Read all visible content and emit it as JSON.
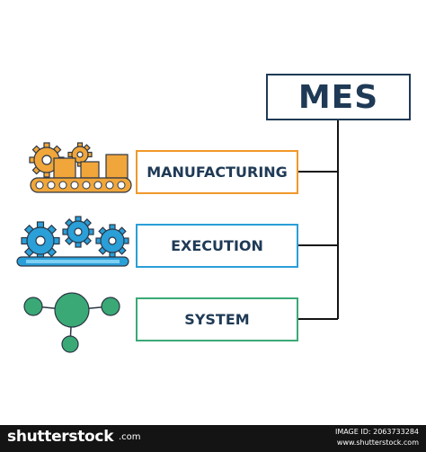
{
  "diagram": {
    "root_label": "MES",
    "items": [
      {
        "label": "MANUFACTURING",
        "color": "#f0982a",
        "icon": "conveyor-gears-icon"
      },
      {
        "label": "EXECUTION",
        "color": "#2a9fd8",
        "icon": "gears-on-belt-icon"
      },
      {
        "label": "SYSTEM",
        "color": "#3aa976",
        "icon": "network-nodes-icon"
      }
    ],
    "root_color": "#1f3a56"
  },
  "footer": {
    "brand": "shutterstock",
    "brand_mark": ".com",
    "image_id": "IMAGE ID: 2063733284",
    "site": "www.shutterstock.com"
  }
}
